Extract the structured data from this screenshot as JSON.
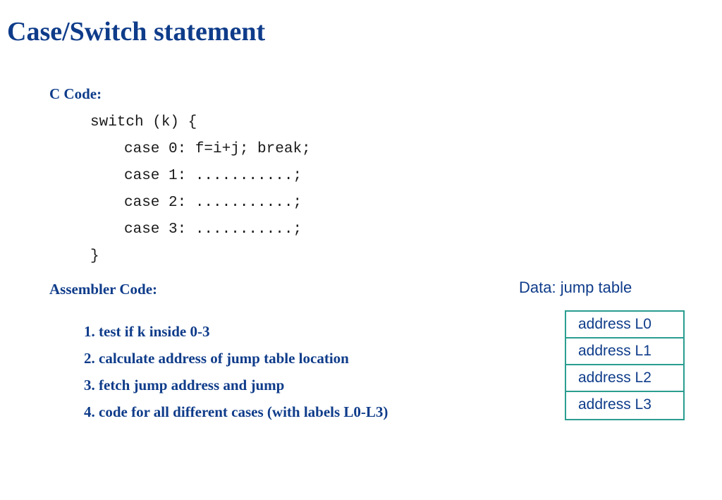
{
  "slide": {
    "title": "Case/Switch statement",
    "c_code": {
      "heading": "C Code:",
      "lines": [
        "switch (k) {",
        "case 0: f=i+j; break;",
        "case 1: ...........;",
        "case 2: ...........;",
        "case 3: ...........;",
        "}"
      ]
    },
    "assembler": {
      "heading": "Assembler Code:",
      "steps": [
        "1. test if k inside 0-3",
        "2. calculate address of jump table location",
        "3. fetch jump address and jump",
        "4. code for all different cases (with labels L0-L3)"
      ]
    },
    "jump_table": {
      "label": "Data: jump table",
      "entries": [
        "address L0",
        "address L1",
        "address L2",
        "address L3"
      ]
    }
  }
}
